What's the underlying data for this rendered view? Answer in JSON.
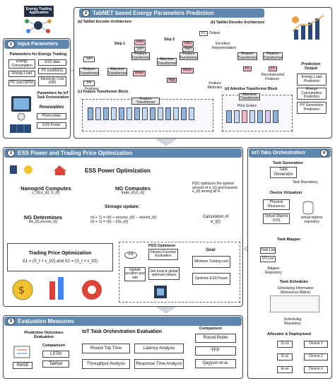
{
  "logo": {
    "label": "Energy Trading Application"
  },
  "input": {
    "title": "Input Parameters",
    "num": "1",
    "energy_title": "Parameters for Energy Trading",
    "energy_items": [
      "Energy Consumption",
      "ESS data",
      "Energy Load",
      "PV cost(ESS)",
      "PV cost (SPW)",
      "Electricity Cost (DR)"
    ],
    "iot_title": "Parameters for IoT Task Orchestration",
    "renew_title": "Renewables",
    "renew_items": [
      "Photovoltaic",
      "ESS Power"
    ]
  },
  "tabnet": {
    "title": "TabNET based Energy Parameters Prediction",
    "num": "2",
    "enc_title": "(a) TabNet Encoder Architecture",
    "dec_title": "(b) TabNet Decoder Architecture",
    "ftb_title": "(c) Feature Transformer Block",
    "att_title": "(d) Attentive Transformer Block",
    "step1": "Step 1",
    "step2": "Step 2",
    "bn": "BN",
    "split": "Split",
    "relu": "Relu",
    "mask": "Mask",
    "agg": "Agg",
    "ft": "Feature Transformer",
    "at": "Attentive Transformer",
    "fc": "FC",
    "output": "Output",
    "encoded": "Encoded Representation",
    "recon": "Reconstructed Features",
    "features": "Features",
    "feature_attr": "Feature Attributes",
    "prior_scales": "Prior Scales",
    "pred_title": "Prediction Output",
    "pred_items": [
      "Energy Load Prediction",
      "Energy Consumption Prediction",
      "PV Generation Prediction"
    ]
  },
  "ess": {
    "title": "ESS Power and Trading Price Optimization",
    "num": "3",
    "power_title": "ESS Power Optimization",
    "ng_computes_title": "Nanogrid Computes",
    "ng_computes_sub": "L_i(t),ε_i(t), S_i(t)",
    "ng_comp_title": "NG Computes",
    "ng_comp_sub": "trade_i(t),s_i(t)",
    "pso_text": "PSO optimizes the optimal amount of e_i(t) and transmit e_i(t) among all N",
    "storage_title": "Storage update:",
    "storage_eq1": "r(t + 1) = r(t) + excess_i(t) − stored_i(t)",
    "storage_eq2": "r(t + 1) = r(t) − Dis_i(t)",
    "calc_title": "Calculation of",
    "calc_sub": "e_i(t)",
    "ngdet_title": "NG Determines",
    "ngdet_sub": "dis_i(t),excess_i(t)",
    "trading_title": "Trading Price Optimization",
    "trading_eq": "X1 = (S_t + ε_t/2)  and  X2 = (S_t + ε_t/2)",
    "pso_opt_title": "PSO Optimizer",
    "init": "Init",
    "fitness": "Fitness Function Evaluation",
    "update": "Update position and rate",
    "local": "Get local & global optimum values",
    "goal_title": "Goal",
    "goal1": "Minimize Trading cost",
    "goal2": "Optimize ESS Power"
  },
  "iot": {
    "title": "IoT-Taks Orchestration",
    "num": "4",
    "taskgen_title": "Task Generation",
    "taskgen_box": "Task Generator",
    "task_repo": "Task Repository",
    "devvirt_title": "Device Virtualizer",
    "phys": "Physical Resources",
    "virt": "Virtual Objects (VO)",
    "vo_repo": "virtual objects repository",
    "mapper_title": "Task Mapper",
    "task_list": "Task List",
    "vo_list": "VO List",
    "mapper_repo": "Mapper Repository",
    "sched_title": "Task Scheduler",
    "sched_info": "Scheduling Information (Resources Matrix)",
    "sched_repo": "Scheduling Repository",
    "alloc_title": "Allocator & Deployment",
    "alloc_rows": [
      [
        "t1-v1",
        "Device 1"
      ],
      [
        "t2-v2",
        "Device 2"
      ],
      [
        "tn-vn",
        "Device n"
      ]
    ]
  },
  "eval": {
    "title": "Evaluation Measures",
    "num": "5",
    "pred_title": "Prediction Outcomes Evaluation",
    "rmse": "RMSE",
    "comp_title": "Comparison",
    "comp_items": [
      "LSTM",
      "TabNet"
    ],
    "iot_title": "IoT Task Orchestration Evaluation",
    "metrics": [
      "Round Trip Time",
      "Latency Analysis",
      "Throughput Analysis",
      "Response Time Analysis"
    ],
    "comp2_title": "Comparison",
    "comp2_items": [
      "Round Robin",
      "FFP",
      "Qayyum et al."
    ]
  },
  "colors": {
    "header": "#5f86ad",
    "pink": "#f4b9c2",
    "arrow": "#cfd8e3"
  }
}
